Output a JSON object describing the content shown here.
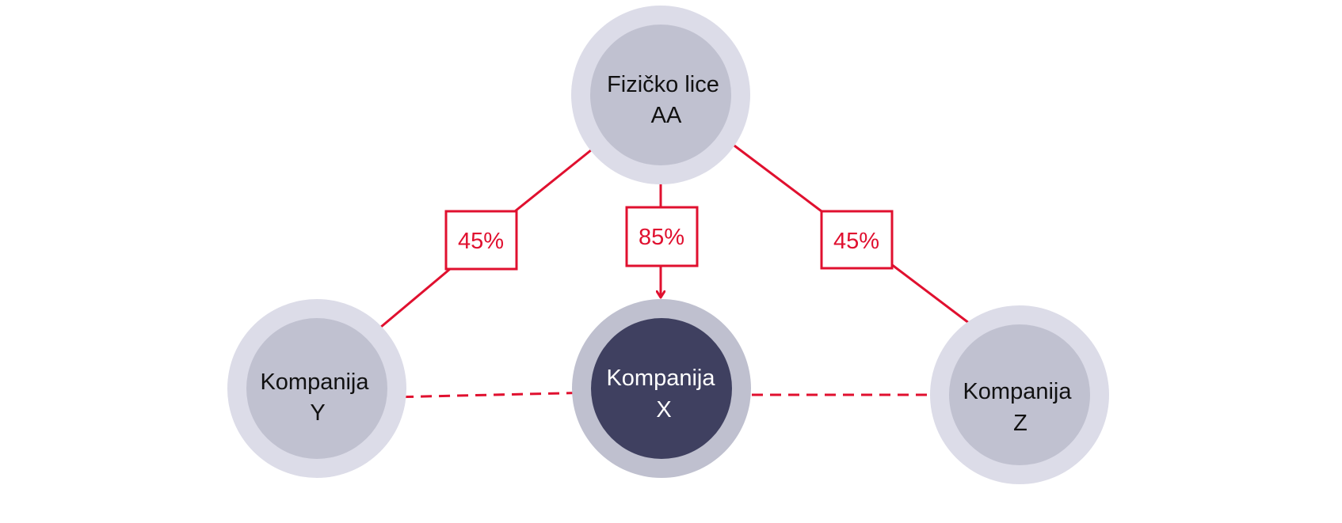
{
  "colors": {
    "accent": "#e0102f",
    "outer_ring_light": "#dcdce8",
    "inner_light": "#c0c1d0",
    "outer_ring_dark": "#bfc0cf",
    "inner_dark": "#3f4060",
    "text_dark": "#111111",
    "text_light": "#ffffff"
  },
  "nodes": {
    "person": {
      "line1": "Fizičko lice",
      "line2": "AA"
    },
    "company_y": {
      "line1": "Kompanija",
      "line2": "Y"
    },
    "company_x": {
      "line1": "Kompanija",
      "line2": "X"
    },
    "company_z": {
      "line1": "Kompanija",
      "line2": "Z"
    }
  },
  "edges": [
    {
      "from": "Fizičko lice AA",
      "to": "Kompanija Y",
      "label": "45%",
      "style": "solid"
    },
    {
      "from": "Fizičko lice AA",
      "to": "Kompanija X",
      "label": "85%",
      "style": "solid"
    },
    {
      "from": "Fizičko lice AA",
      "to": "Kompanija Z",
      "label": "45%",
      "style": "solid"
    },
    {
      "from": "Kompanija X",
      "to": "Kompanija Y",
      "label": "",
      "style": "dashed"
    },
    {
      "from": "Kompanija X",
      "to": "Kompanija Z",
      "label": "",
      "style": "dashed"
    }
  ]
}
